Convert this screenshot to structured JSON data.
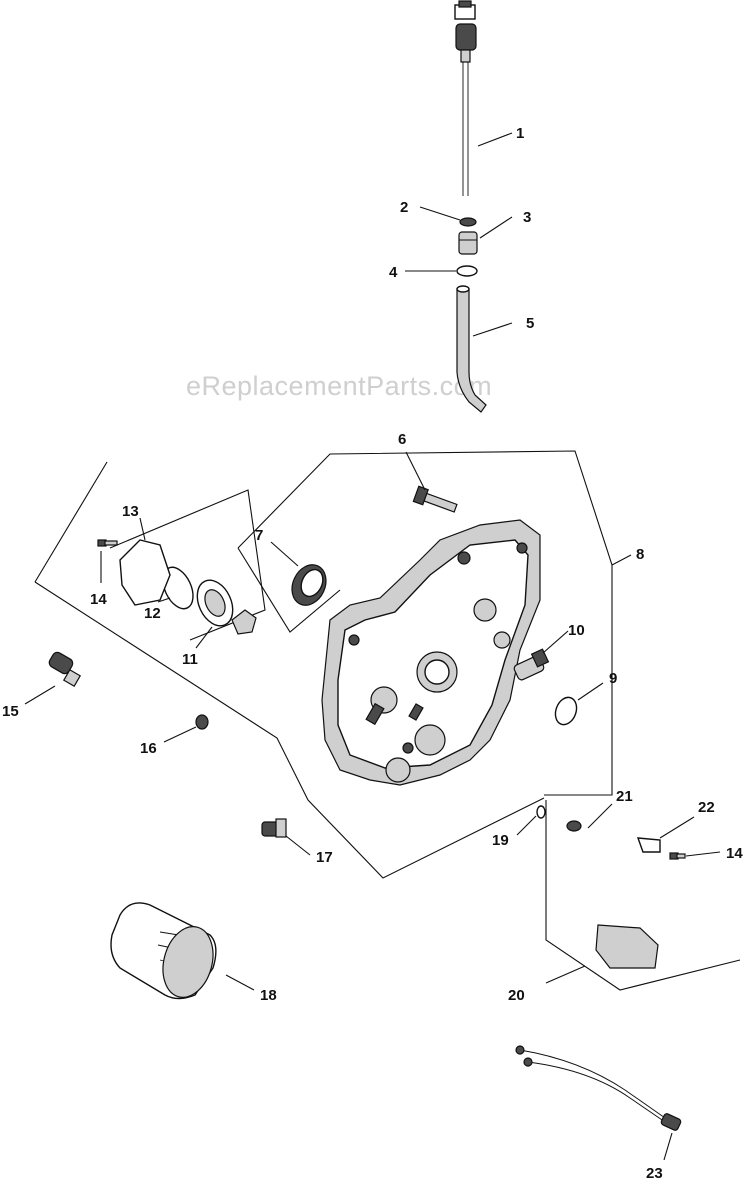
{
  "watermark": "eReplacementParts.com",
  "callouts": [
    {
      "id": "c1",
      "text": "1"
    },
    {
      "id": "c2",
      "text": "2"
    },
    {
      "id": "c3",
      "text": "3"
    },
    {
      "id": "c4",
      "text": "4"
    },
    {
      "id": "c5",
      "text": "5"
    },
    {
      "id": "c6",
      "text": "6"
    },
    {
      "id": "c7",
      "text": "7"
    },
    {
      "id": "c8",
      "text": "8"
    },
    {
      "id": "c9",
      "text": "9"
    },
    {
      "id": "c10",
      "text": "10"
    },
    {
      "id": "c11",
      "text": "11"
    },
    {
      "id": "c12",
      "text": "12"
    },
    {
      "id": "c13",
      "text": "13"
    },
    {
      "id": "c14a",
      "text": "14"
    },
    {
      "id": "c14b",
      "text": "14"
    },
    {
      "id": "c15",
      "text": "15"
    },
    {
      "id": "c16",
      "text": "16"
    },
    {
      "id": "c17",
      "text": "17"
    },
    {
      "id": "c18",
      "text": "18"
    },
    {
      "id": "c19",
      "text": "19"
    },
    {
      "id": "c20",
      "text": "20"
    },
    {
      "id": "c21",
      "text": "21"
    },
    {
      "id": "c22",
      "text": "22"
    },
    {
      "id": "c23",
      "text": "23"
    }
  ]
}
